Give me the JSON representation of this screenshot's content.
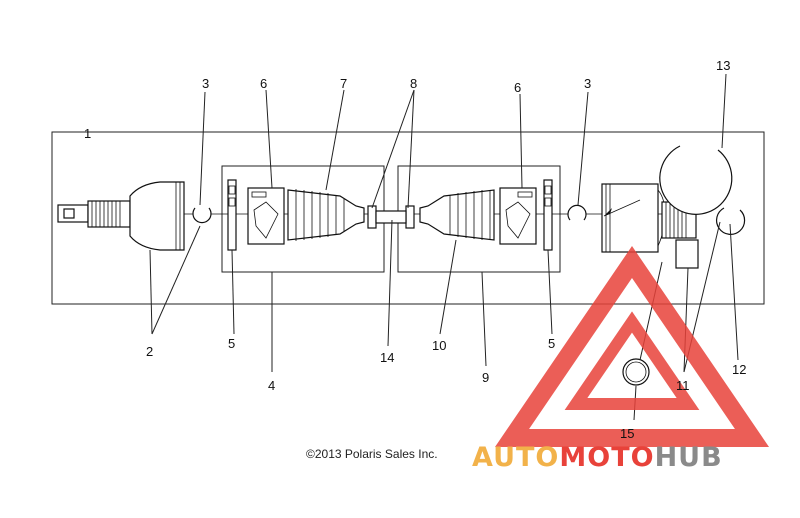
{
  "callouts": [
    {
      "id": "1",
      "label": "1"
    },
    {
      "id": "2",
      "label": "2"
    },
    {
      "id": "3a",
      "label": "3"
    },
    {
      "id": "3b",
      "label": "3"
    },
    {
      "id": "4",
      "label": "4"
    },
    {
      "id": "5a",
      "label": "5"
    },
    {
      "id": "5b",
      "label": "5"
    },
    {
      "id": "6a",
      "label": "6"
    },
    {
      "id": "6b",
      "label": "6"
    },
    {
      "id": "7",
      "label": "7"
    },
    {
      "id": "8",
      "label": "8"
    },
    {
      "id": "9",
      "label": "9"
    },
    {
      "id": "10",
      "label": "10"
    },
    {
      "id": "11",
      "label": "11"
    },
    {
      "id": "12",
      "label": "12"
    },
    {
      "id": "13",
      "label": "13"
    },
    {
      "id": "14",
      "label": "14"
    },
    {
      "id": "15",
      "label": "15"
    }
  ],
  "copyright": "©2013 Polaris Sales Inc.",
  "watermark": {
    "part1": "AUTO",
    "part2": "MOTO",
    "part3": "HUB",
    "color_part1": "#f2b24a",
    "color_part2": "#e8423a",
    "color_part3": "#8a8a8a",
    "triangle_color": "#e8423a"
  }
}
